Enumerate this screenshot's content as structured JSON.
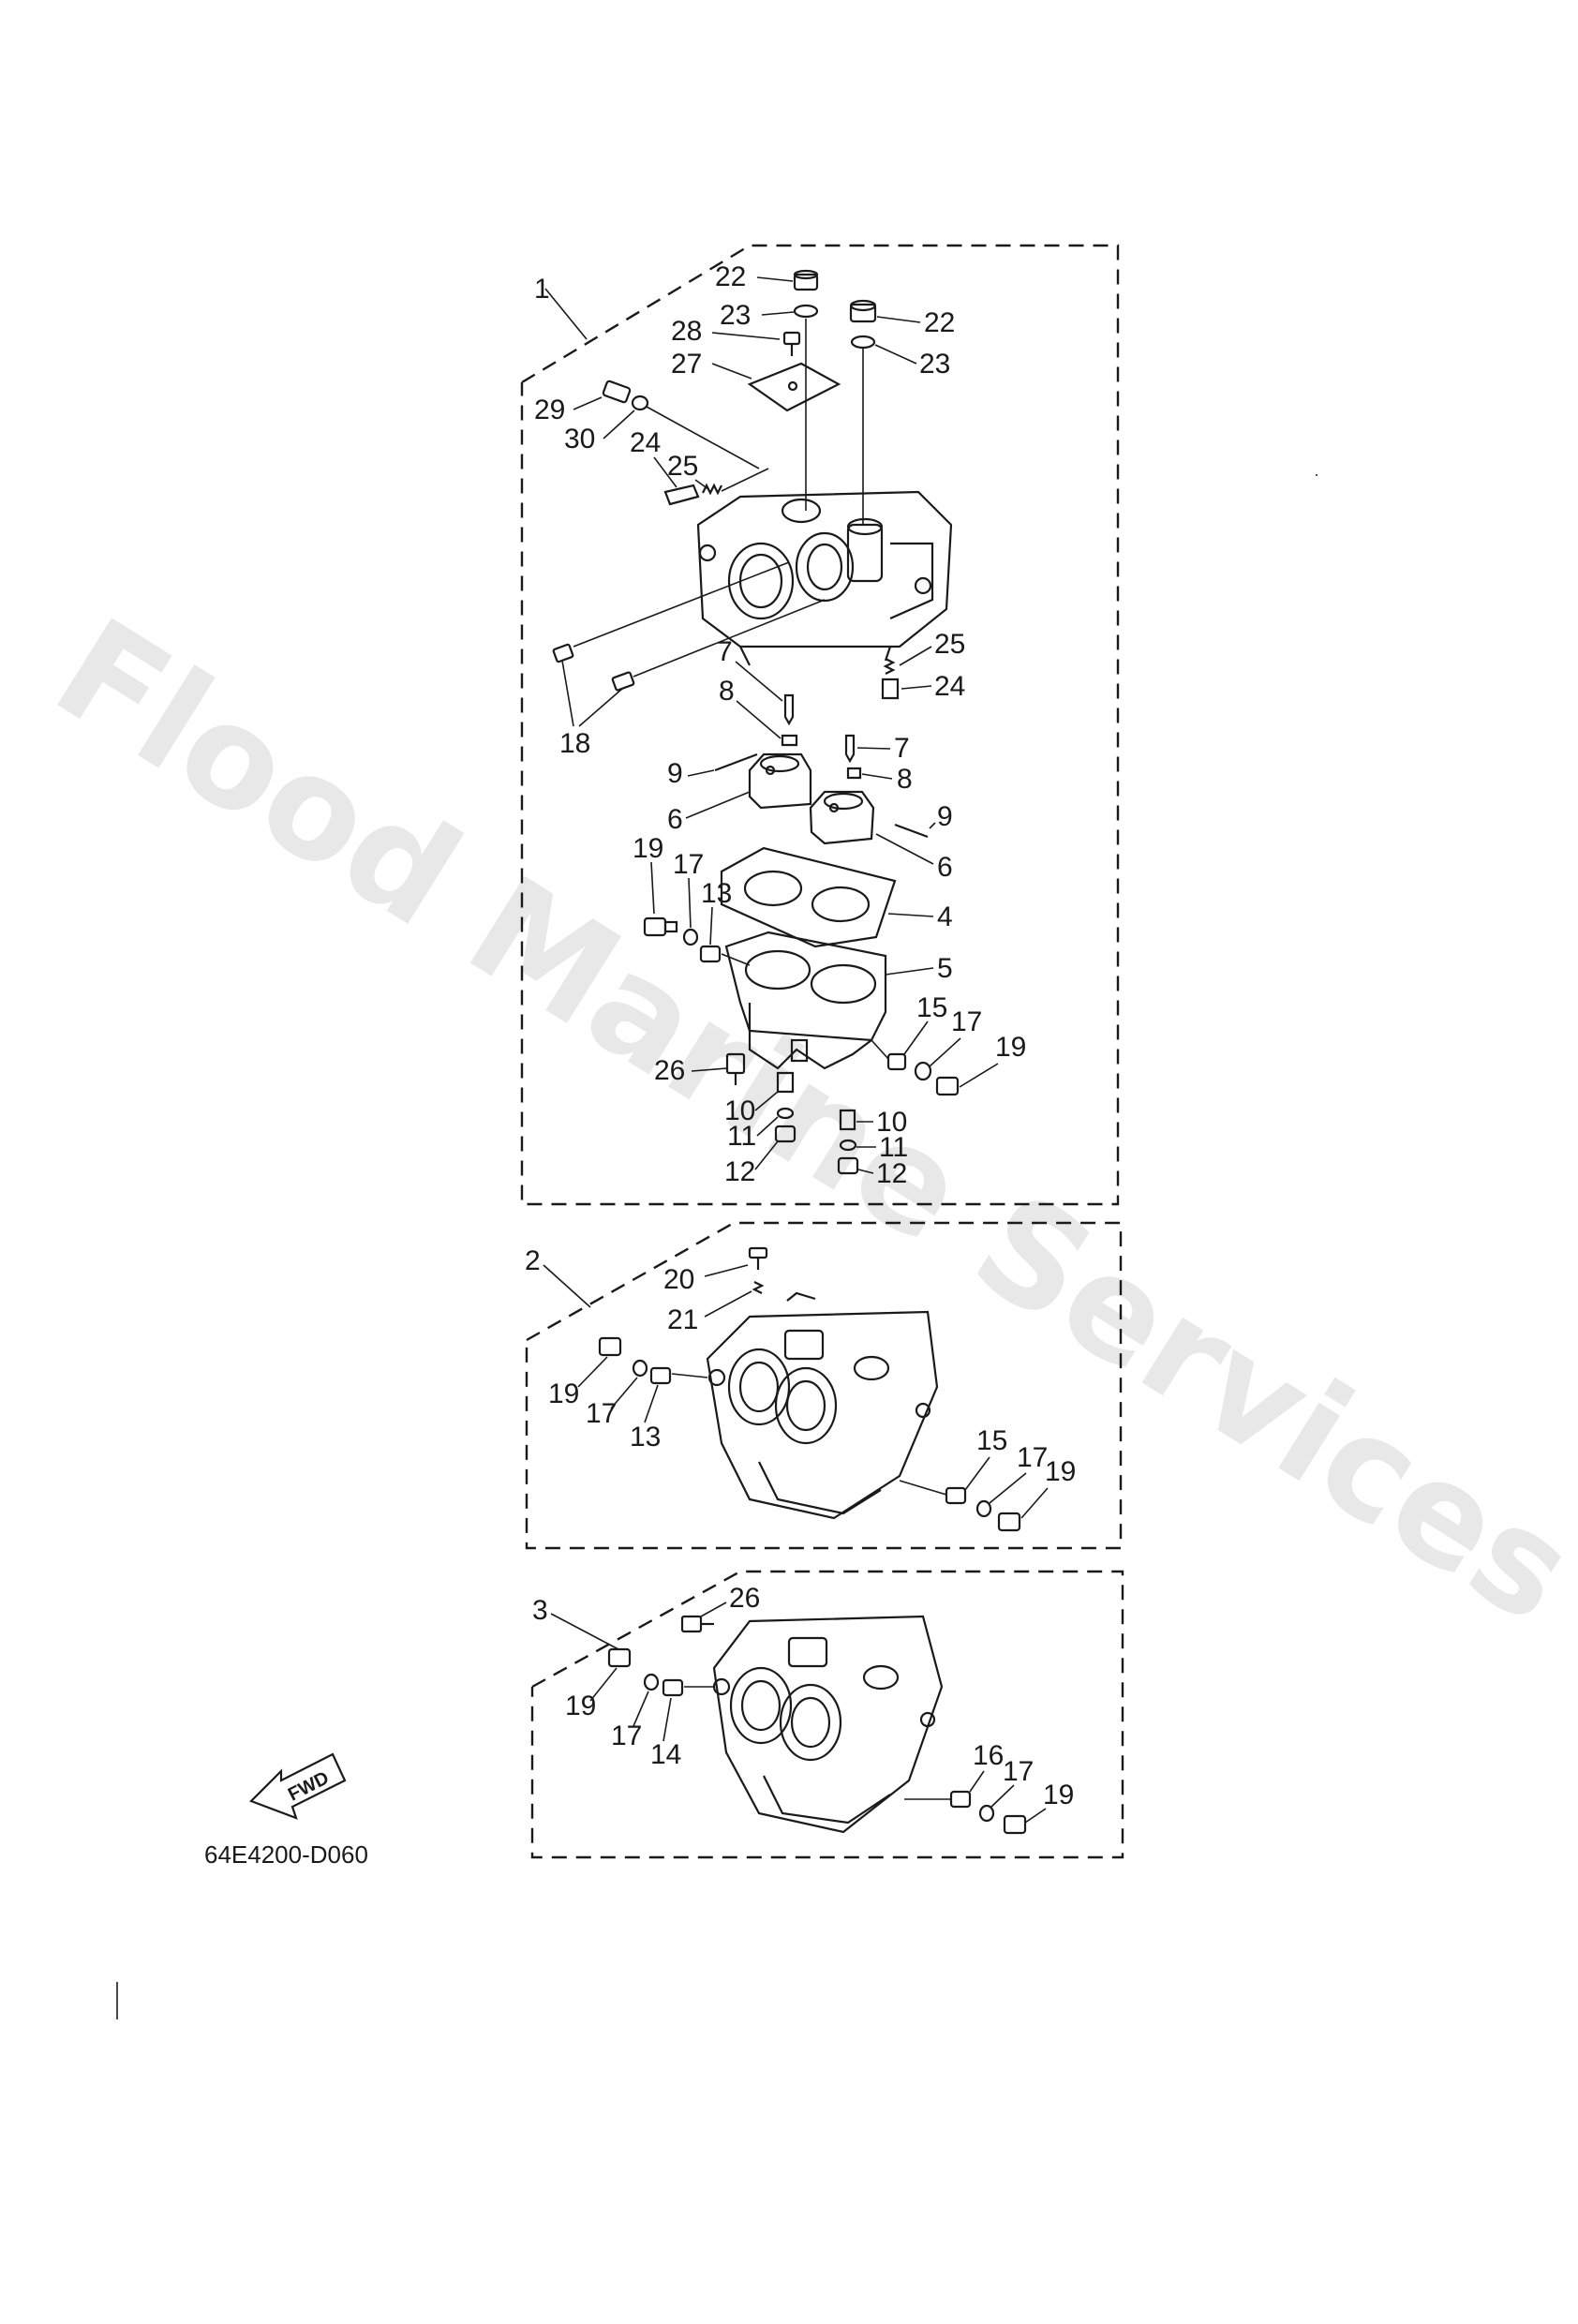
{
  "watermark": "Flood Marine Services",
  "diagram_code": "64E4200-D060",
  "fwd_label": "FWD",
  "callouts": {
    "assy1": "1",
    "assy2": "2",
    "assy3": "3",
    "p22a": "22",
    "p23a": "23",
    "p28": "28",
    "p27": "27",
    "p22b": "22",
    "p23b": "23",
    "p29": "29",
    "p30": "30",
    "p24a": "24",
    "p25a": "25",
    "p25b": "25",
    "p24b": "24",
    "p18": "18",
    "p7a": "7",
    "p8a": "8",
    "p9a": "9",
    "p6a": "6",
    "p7b": "7",
    "p8b": "8",
    "p9b": "9",
    "p6b": "6",
    "p19a": "19",
    "p17a": "17",
    "p13a": "13",
    "p4": "4",
    "p5": "5",
    "p15a": "15",
    "p17b": "17",
    "p19b": "19",
    "p26a": "26",
    "p10a": "10",
    "p11a": "11",
    "p12a": "12",
    "p10b": "10",
    "p11b": "11",
    "p12b": "12",
    "p20": "20",
    "p21": "21",
    "p19c": "19",
    "p17c": "17",
    "p13b": "13",
    "p15b": "15",
    "p17d": "17",
    "p19d": "19",
    "p26b": "26",
    "p19e": "19",
    "p17e": "17",
    "p14": "14",
    "p16": "16",
    "p17f": "17",
    "p19f": "19"
  }
}
